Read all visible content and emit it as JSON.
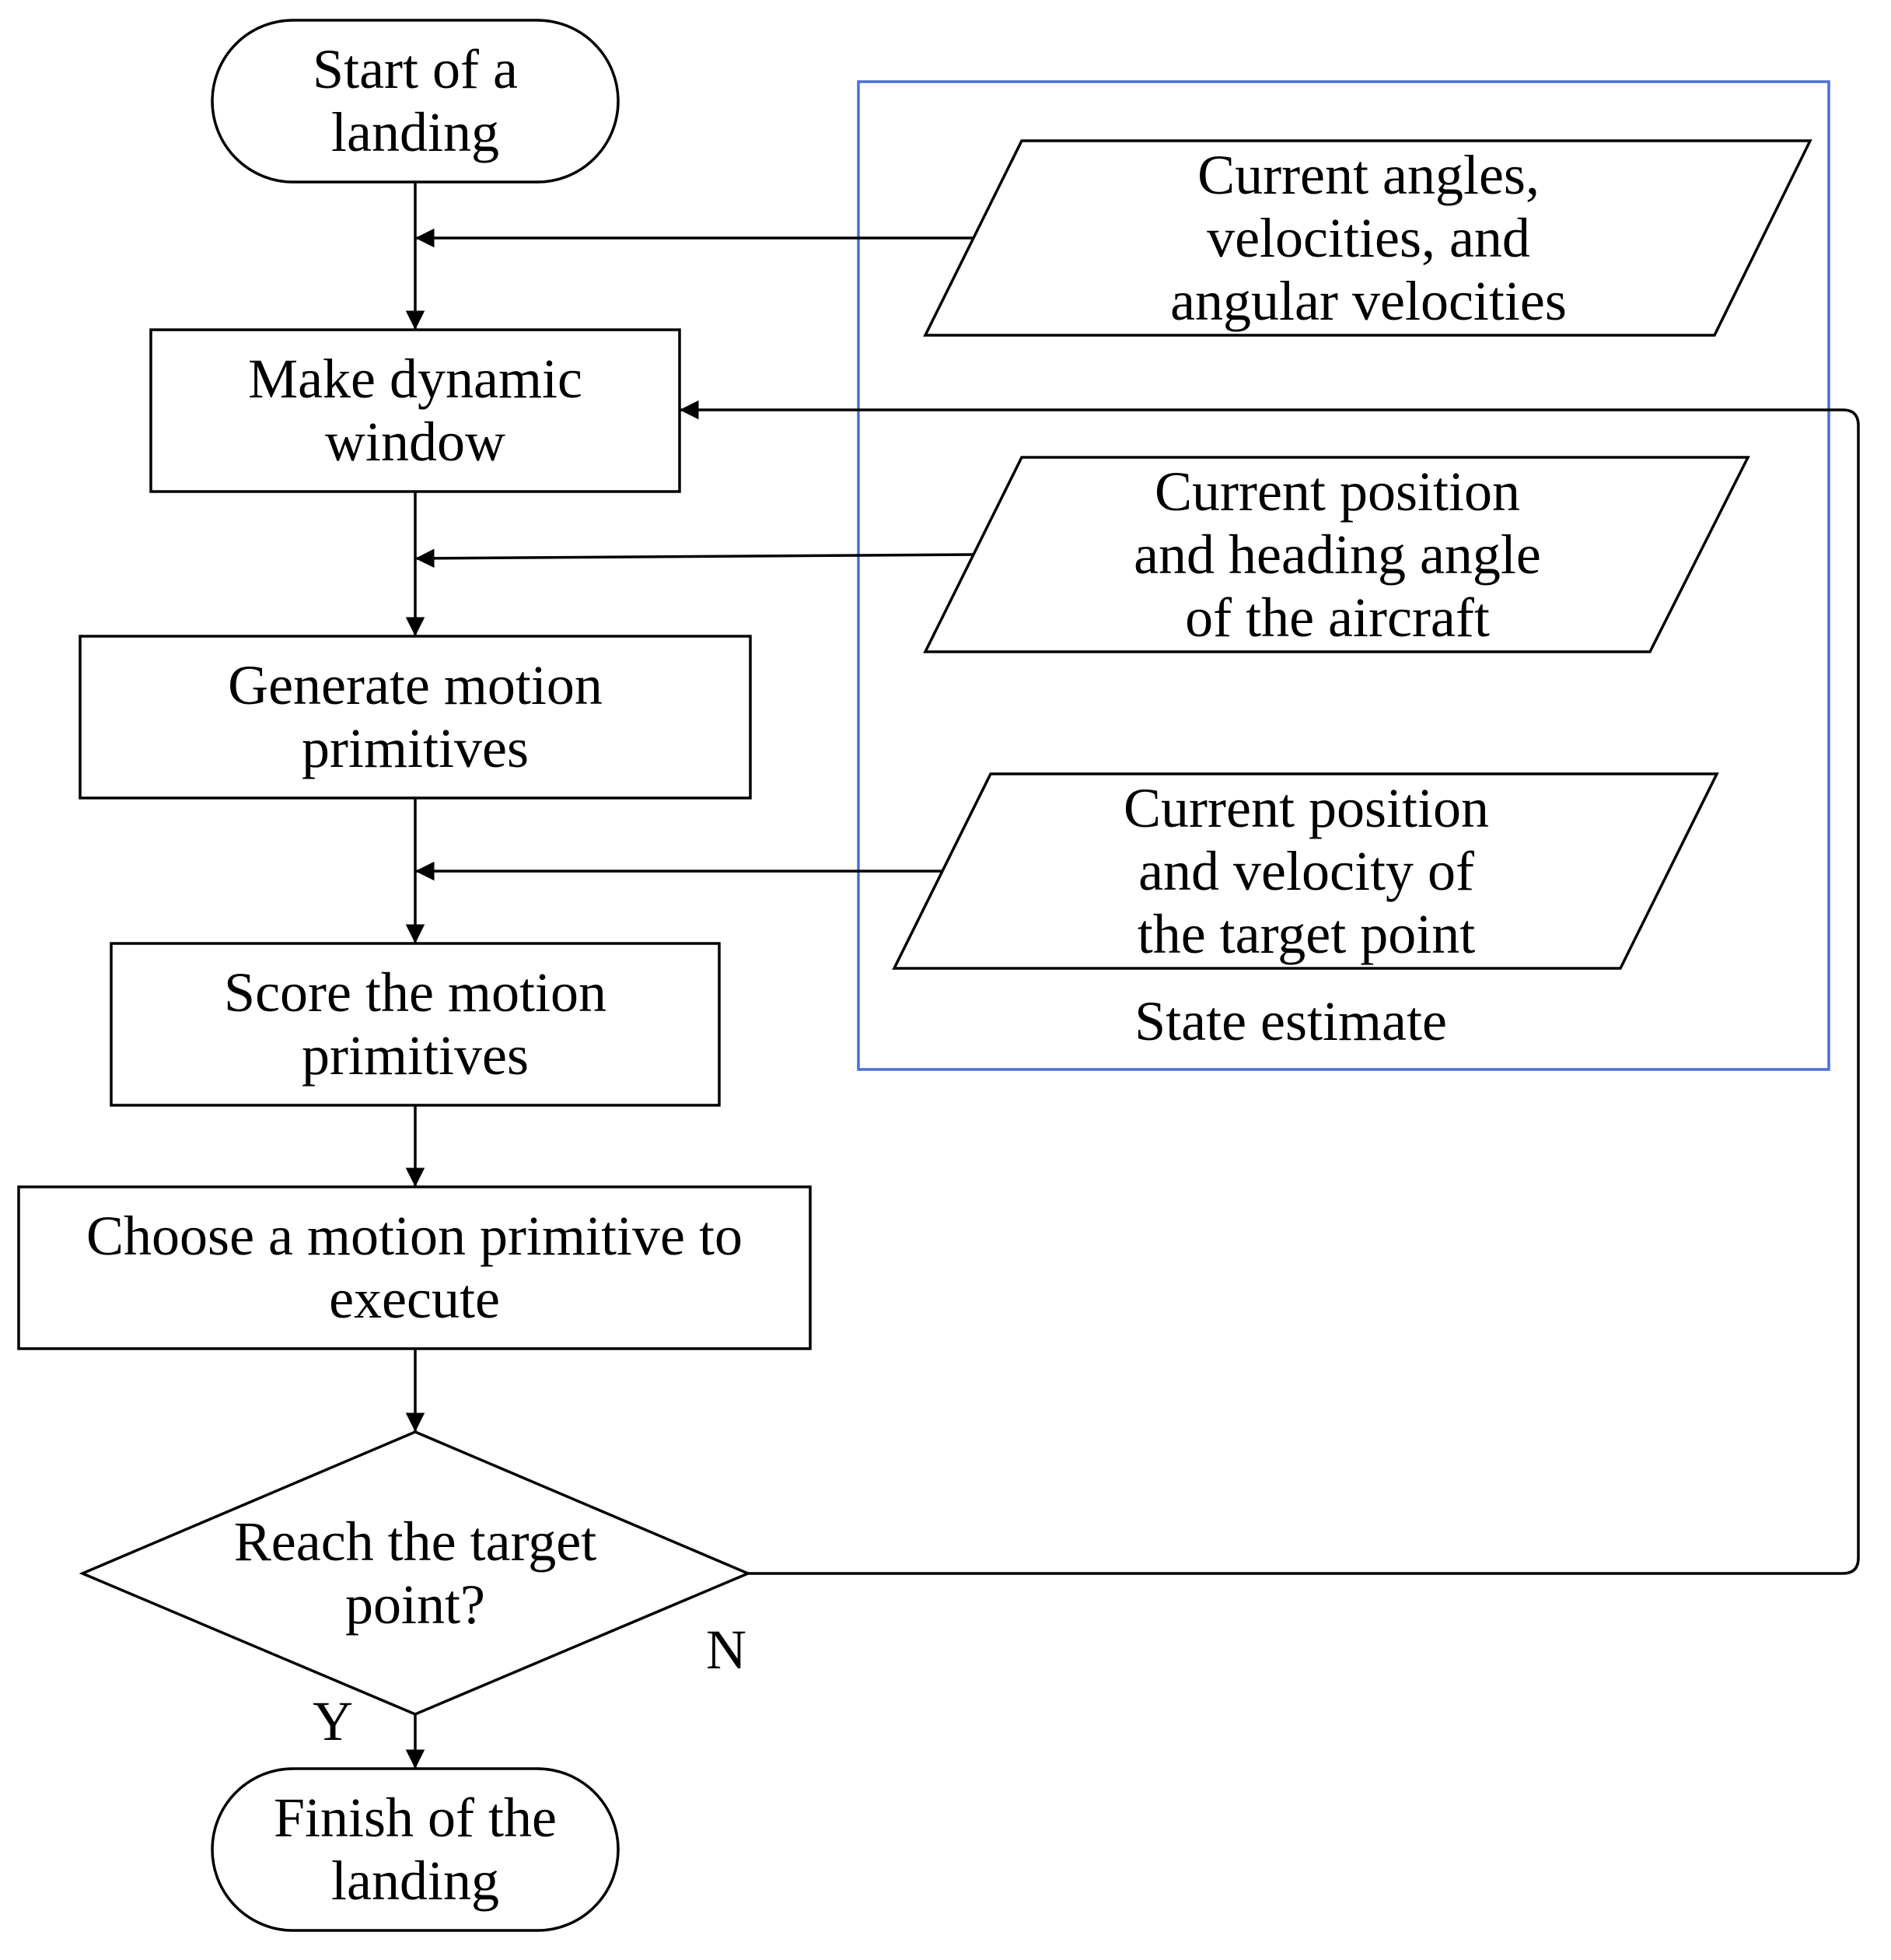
{
  "nodes": {
    "start": "Start of a\nlanding",
    "make_window": "Make dynamic\nwindow",
    "generate": "Generate motion\nprimitives",
    "score": "Score the motion\nprimitives",
    "choose": "Choose a motion primitive to\nexecute",
    "decision": "Reach the target\npoint?",
    "finish": "Finish of the\nlanding"
  },
  "inputs": {
    "angles": "Current angles,\nvelocities, and\nangular velocities",
    "aircraft": "Current position\nand heading angle\nof the aircraft",
    "target": "Current position\nand velocity of\nthe target point"
  },
  "group_label": "State estimate",
  "branches": {
    "yes": "Y",
    "no": "N"
  },
  "colors": {
    "group_border": "#4a6fd6",
    "stroke": "#000000"
  }
}
